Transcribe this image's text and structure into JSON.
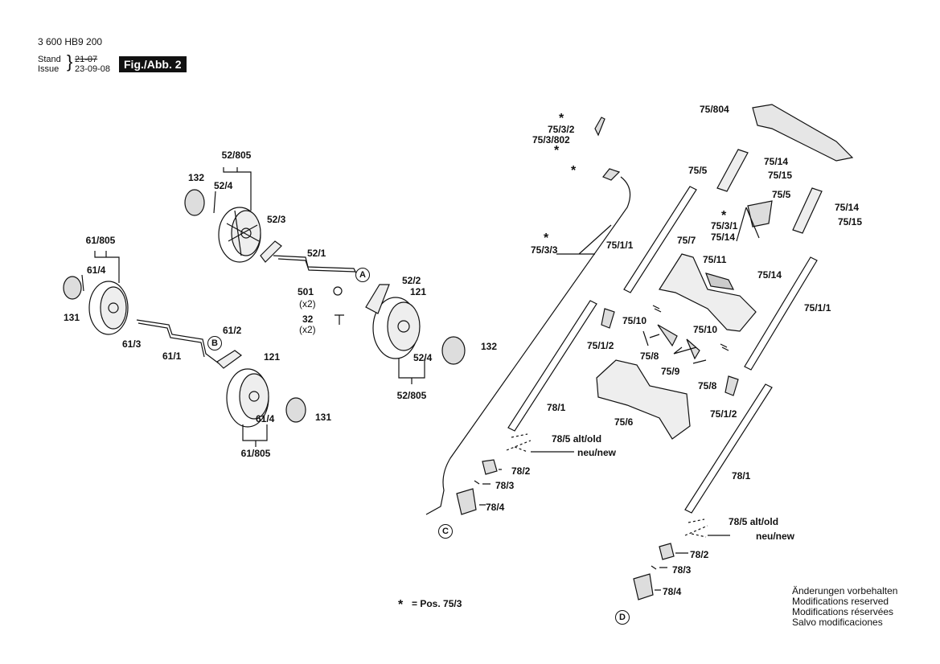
{
  "header": {
    "doc_number": "3 600 HB9 200",
    "stand_label": "Stand",
    "issue_label": "Issue",
    "stand_date": "21-07",
    "issue_date": "23-09-08",
    "figure_badge": "Fig./Abb. 2"
  },
  "parts": {
    "p52_805_top": "52/805",
    "p132_left": "132",
    "p52_4_top": "52/4",
    "p52_3": "52/3",
    "p52_1": "52/1",
    "p61_805_top": "61/805",
    "p61_4_top": "61/4",
    "p131_left": "131",
    "p61_3": "61/3",
    "p61_1": "61/1",
    "p61_2": "61/2",
    "p121_left": "121",
    "p501": "501",
    "p501_qty": "(x2)",
    "p32": "32",
    "p32_qty": "(x2)",
    "p52_2": "52/2",
    "p121_right": "121",
    "p132_right": "132",
    "p52_4_bottom": "52/4",
    "p52_805_bottom": "52/805",
    "p61_4_bottom": "61/4",
    "p131_right": "131",
    "p61_805_bottom": "61/805",
    "p75_3_2": "75/3/2",
    "p75_3_802": "75/3/802",
    "p75_3_3": "75/3/3",
    "p75_804": "75/804",
    "p75_5_a": "75/5",
    "p75_14_a": "75/14",
    "p75_15_a": "75/15",
    "p75_5_b": "75/5",
    "p75_14_b": "75/14",
    "p75_15_b": "75/15",
    "p75_3_1": "75/3/1",
    "p75_14_c": "75/14",
    "p75_1_1_a": "75/1/1",
    "p75_7": "75/7",
    "p75_11": "75/11",
    "p75_14_d": "75/14",
    "p75_1_1_b": "75/1/1",
    "p75_10_a": "75/10",
    "p75_10_b": "75/10",
    "p75_1_2_a": "75/1/2",
    "p75_8_a": "75/8",
    "p75_9": "75/9",
    "p75_8_b": "75/8",
    "p75_1_2_b": "75/1/2",
    "p75_6": "75/6",
    "p78_1_a": "78/1",
    "p78_5_a": "78/5 alt/old",
    "neu_new_a": "neu/new",
    "p78_2_a": "78/2",
    "p78_3_a": "78/3",
    "p78_4_a": "78/4",
    "p78_1_b": "78/1",
    "p78_5_b": "78/5 alt/old",
    "neu_new_b": "neu/new",
    "p78_2_b": "78/2",
    "p78_3_b": "78/3",
    "p78_4_b": "78/4"
  },
  "callouts": {
    "A": "A",
    "B": "B",
    "C": "C",
    "D": "D"
  },
  "legend": {
    "star": "*",
    "text": "= Pos. 75/3"
  },
  "footer_note": {
    "line1": "Änderungen vorbehalten",
    "line2": "Modifications reserved",
    "line3": "Modifications réservées",
    "line4": "Salvo modificaciones"
  }
}
